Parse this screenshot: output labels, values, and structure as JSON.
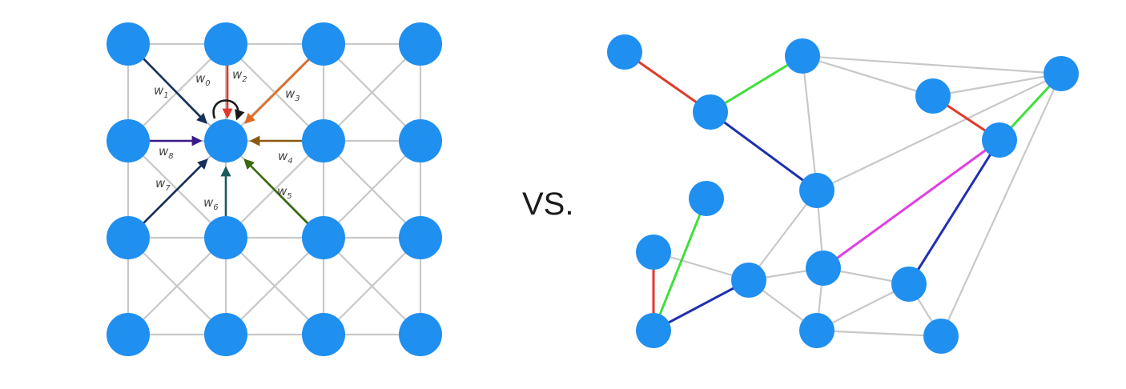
{
  "vs_label": "VS.",
  "colors": {
    "node": "#1f8ff0",
    "edge": "#c8c8c8",
    "red": "#e03a2a",
    "green": "#3fe03a",
    "blue": "#2030b0",
    "magenta": "#e040e0",
    "orange": "#e06a20",
    "brown": "#8a5a10",
    "purple": "#3a1a8a",
    "navy": "#16305a",
    "teal": "#1a5a5a",
    "darkgreen": "#3a6a10"
  },
  "grid_weights": {
    "w0": "w0",
    "w1": "w1",
    "w2": "w2",
    "w3": "w3",
    "w4": "w4",
    "w5": "w5",
    "w6": "w6",
    "w7": "w7",
    "w8": "w8"
  }
}
